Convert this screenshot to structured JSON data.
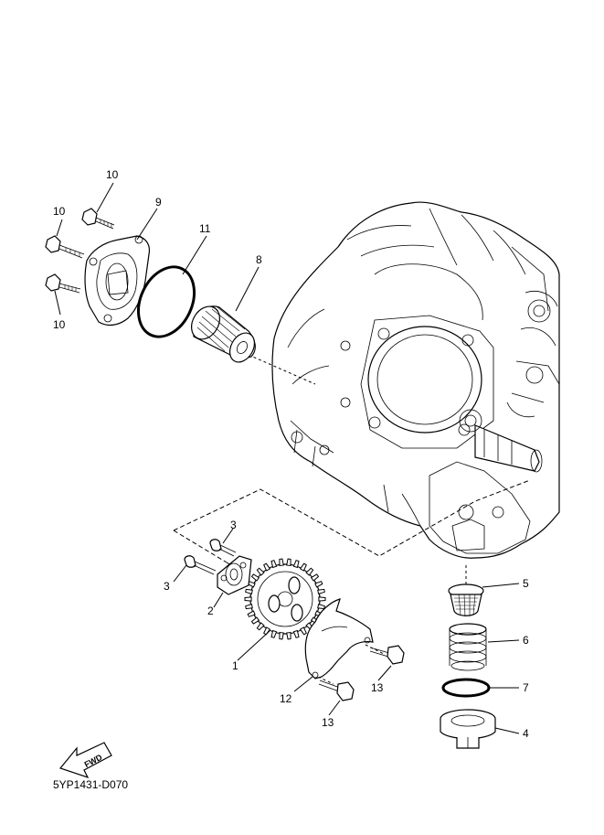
{
  "callouts": [
    {
      "id": "c10a",
      "label": "10",
      "part": "bolt"
    },
    {
      "id": "c9",
      "label": "9",
      "part": "oil filter cover"
    },
    {
      "id": "c11",
      "label": "11",
      "part": "o-ring"
    },
    {
      "id": "c8",
      "label": "8",
      "part": "oil filter element"
    },
    {
      "id": "c10b",
      "label": "10",
      "part": "bolt"
    },
    {
      "id": "c10c",
      "label": "10",
      "part": "bolt"
    },
    {
      "id": "c3a",
      "label": "3",
      "part": "screw"
    },
    {
      "id": "c3b",
      "label": "3",
      "part": "screw"
    },
    {
      "id": "c2",
      "label": "2",
      "part": "oil pump"
    },
    {
      "id": "c1",
      "label": "1",
      "part": "gear"
    },
    {
      "id": "c12",
      "label": "12",
      "part": "plate"
    },
    {
      "id": "c13a",
      "label": "13",
      "part": "bolt"
    },
    {
      "id": "c13b",
      "label": "13",
      "part": "bolt"
    },
    {
      "id": "c5",
      "label": "5",
      "part": "strainer"
    },
    {
      "id": "c6",
      "label": "6",
      "part": "spring"
    },
    {
      "id": "c7",
      "label": "7",
      "part": "o-ring"
    },
    {
      "id": "c4",
      "label": "4",
      "part": "drain plug"
    }
  ],
  "direction_marker": {
    "label": "FWD",
    "icon": "forward-arrow-icon"
  },
  "reference_code": "5YP1431-D070",
  "colors": {
    "ink": "#000000",
    "paper": "#ffffff"
  }
}
